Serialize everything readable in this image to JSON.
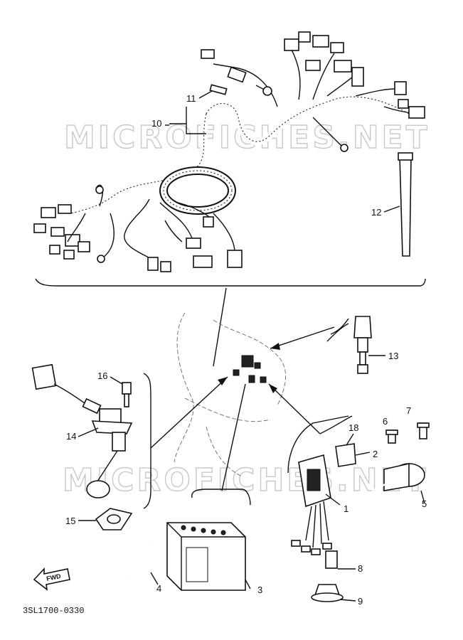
{
  "diagram": {
    "drawing_code": "3SL1700-0330",
    "watermark": "MICROFICHES.NET",
    "direction_label": "FWD",
    "callouts": [
      "1",
      "2",
      "3",
      "4",
      "5",
      "6",
      "7",
      "8",
      "9",
      "10",
      "11",
      "12",
      "13",
      "14",
      "15",
      "16",
      "18"
    ]
  }
}
